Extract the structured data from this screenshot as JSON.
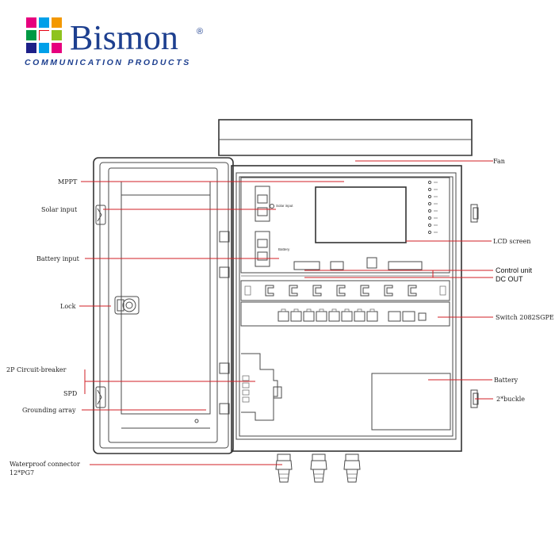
{
  "brand": {
    "name": "Bismon",
    "registered": "®",
    "tagline": "COMMUNICATION PRODUCTS",
    "colors": {
      "text": "#1d3f8f",
      "tiles": [
        "#e6007e",
        "#00a0e9",
        "#f39800",
        "#009944",
        "#e60012",
        "#8fc31f",
        "#1d2088",
        "#00a0e9",
        "#e6007e"
      ]
    }
  },
  "diagram": {
    "leader_color": "#d21f26",
    "labels": {
      "fan": "Fan",
      "mppt": "MPPT",
      "solar_input": "Solar input",
      "battery_input": "Battery input",
      "lcd_screen": "LCD screen",
      "control_unit": "Control unit",
      "dc_out": "DC OUT",
      "lock": "Lock",
      "switch": "Switch 2082SGPE",
      "battery": "Battery",
      "circuit_breaker": "2P Circuit-breaker",
      "spd": "SPD",
      "buckle": "2*buckle",
      "grounding_array": "Grounding array",
      "waterproof_connector": "Waterproof connector",
      "waterproof_spec": "12*PG7"
    },
    "panel_text": {
      "solar_input": "Solar input",
      "battery": "Battery"
    }
  }
}
